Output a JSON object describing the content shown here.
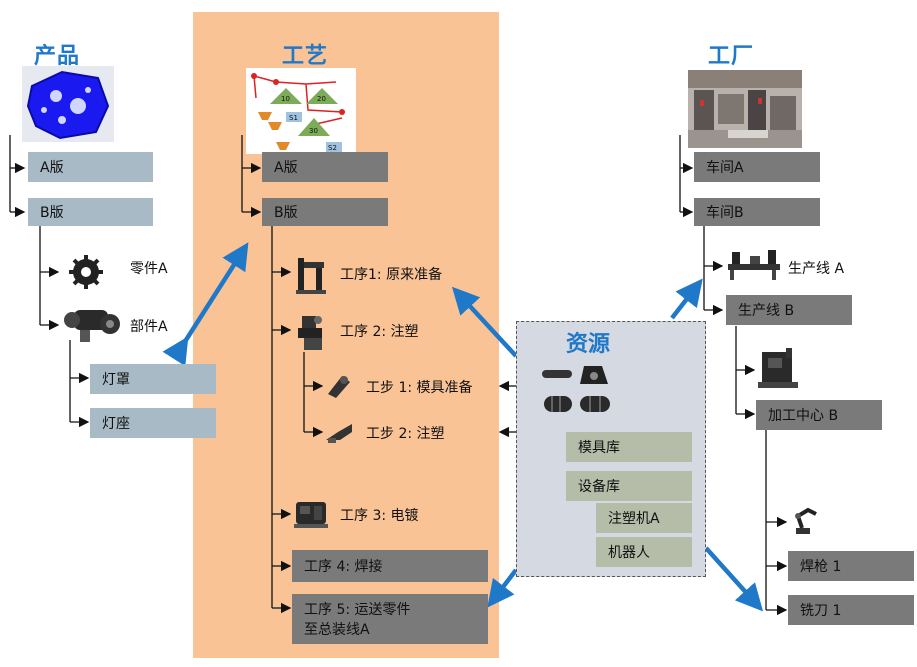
{
  "product": {
    "title": "产品",
    "items": [
      "A版",
      "B版"
    ],
    "parts": [
      "零件A",
      "部件A"
    ],
    "sub": [
      "灯罩",
      "灯座"
    ]
  },
  "process": {
    "title": "工艺",
    "versions": [
      "A版",
      "B版"
    ],
    "steps": {
      "op1": "工序1: 原来准备",
      "op2": "工序 2: 注塑",
      "sub1": "工步 1: 模具准备",
      "sub2": "工步 2: 注塑",
      "op3": "工序 3: 电镀",
      "op4": "工序 4: 焊接",
      "op5_line1": "工序 5: 运送零件",
      "op5_line2": "至总装线A"
    },
    "diagram_tags": [
      "10",
      "20",
      "30",
      "S1",
      "S2"
    ]
  },
  "resource": {
    "title": "资源",
    "items": [
      "模具库",
      "设备库",
      "注塑机A",
      "机器人"
    ]
  },
  "factory": {
    "title": "工厂",
    "workshops": [
      "车间A",
      "车间B"
    ],
    "lines": [
      "生产线 A",
      "生产线 B"
    ],
    "center": "加工中心 B",
    "tools": [
      "焊枪 1",
      "铣刀 1"
    ]
  },
  "colors": {
    "accent_blue": "#1f78c8",
    "process_bg": "#f9c396",
    "resource_bg": "#d5d9e2"
  }
}
